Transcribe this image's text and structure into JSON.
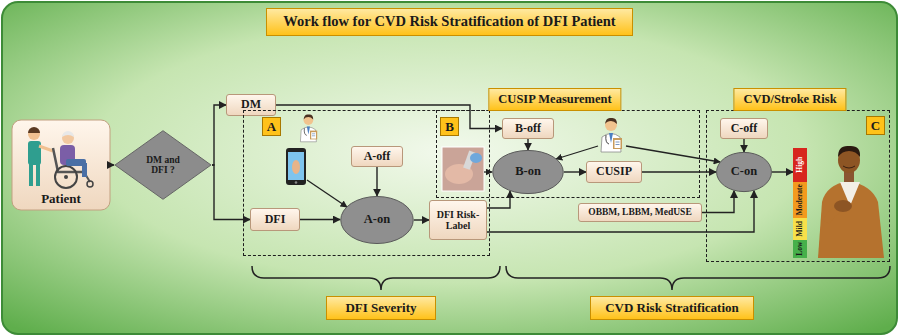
{
  "diagram": {
    "title": "Work flow for CVD Risk Stratification of DFI Patient",
    "nodes": [
      {
        "text": [
          "Patient"
        ]
      },
      {
        "text": [
          "DM and DFI ?"
        ]
      },
      {
        "text": [
          "DM"
        ]
      },
      {
        "text": [
          "A"
        ]
      },
      {
        "text": [
          "DFI"
        ],
        "in": 3
      },
      {
        "text": [
          "A-off"
        ],
        "in": 3
      },
      {
        "text": [
          "A-on"
        ],
        "in": 3
      },
      {
        "text": [
          "DFI Risk-Label"
        ],
        "in": 3
      },
      {
        "text": [
          "CUSIP Measurement",
          "B"
        ]
      },
      {
        "text": [
          "B-off"
        ],
        "in": 8
      },
      {
        "text": [
          "B-on"
        ],
        "in": 8
      },
      {
        "text": [
          "CUSIP"
        ],
        "in": 8
      },
      {
        "text": [
          "OBBM, LBBM, MedUSE"
        ]
      },
      {
        "text": [
          "CVD/Stroke Risk",
          "C"
        ]
      },
      {
        "text": [
          "C-off"
        ],
        "in": 13
      },
      {
        "text": [
          "C-on"
        ],
        "in": 13
      },
      {
        "text": [
          "High"
        ],
        "in": 13
      },
      {
        "text": [
          "Moderate"
        ],
        "in": 13
      },
      {
        "text": [
          "Mild"
        ],
        "in": 13
      },
      {
        "text": [
          "Low"
        ],
        "in": 13
      },
      {
        "text": [
          "DFI Severity"
        ]
      },
      {
        "text": [
          "CVD Risk Stratification"
        ]
      }
    ],
    "edges": [
      {
        "from": 0,
        "to": 1,
        "arrow": "to"
      },
      {
        "from": 1,
        "to": 2,
        "arrow": "to"
      },
      {
        "from": 1,
        "to": 4,
        "arrow": "to"
      },
      {
        "from": 2,
        "to": 9,
        "arrow": "to"
      },
      {
        "from": 4,
        "to": 6,
        "arrow": "to"
      },
      {
        "from": 5,
        "to": 6,
        "arrow": "to"
      },
      {
        "from": 6,
        "to": 7,
        "arrow": "to"
      },
      {
        "from": 7,
        "to": 10,
        "arrow": "to"
      },
      {
        "from": 7,
        "to": 15,
        "arrow": "to"
      },
      {
        "from": 9,
        "to": 10,
        "arrow": "to"
      },
      {
        "from": 10,
        "to": 11,
        "arrow": "to"
      },
      {
        "from": 11,
        "to": 15,
        "arrow": "to"
      },
      {
        "from": 14,
        "to": 15,
        "arrow": "to"
      },
      {
        "from": 12,
        "to": 15,
        "arrow": "to"
      },
      {
        "from": 15,
        "to": 16,
        "arrow": "to"
      }
    ]
  }
}
